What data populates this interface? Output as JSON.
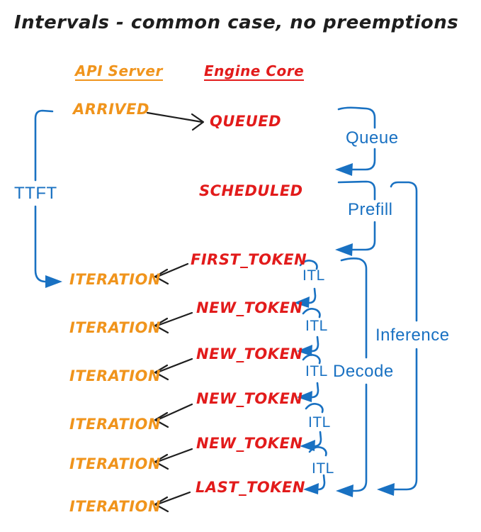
{
  "title": "Intervals - common case, no preemptions",
  "columns": {
    "api_server": "API Server",
    "engine_core": "Engine Core"
  },
  "api_sequence": [
    {
      "event": "ARRIVED"
    },
    {
      "event": "ITERATION"
    },
    {
      "event": "ITERATION"
    },
    {
      "event": "ITERATION"
    },
    {
      "event": "ITERATION"
    },
    {
      "event": "ITERATION"
    },
    {
      "event": "ITERATION"
    }
  ],
  "engine_sequence": [
    {
      "event": "QUEUED"
    },
    {
      "event": "SCHEDULED"
    },
    {
      "event": "FIRST_TOKEN"
    },
    {
      "event": "NEW_TOKEN"
    },
    {
      "event": "NEW_TOKEN"
    },
    {
      "event": "NEW_TOKEN"
    },
    {
      "event": "NEW_TOKEN"
    },
    {
      "event": "LAST_TOKEN"
    }
  ],
  "intervals": {
    "ttft": "TTFT",
    "queue": "Queue",
    "prefill": "Prefill",
    "decode": "Decode",
    "inference": "Inference",
    "itl": "ITL",
    "itl_count": 5
  },
  "colors": {
    "api_server": "#F0941C",
    "engine_core": "#E21B1B",
    "interval": "#1971C2",
    "ink": "#1E1E1E"
  }
}
